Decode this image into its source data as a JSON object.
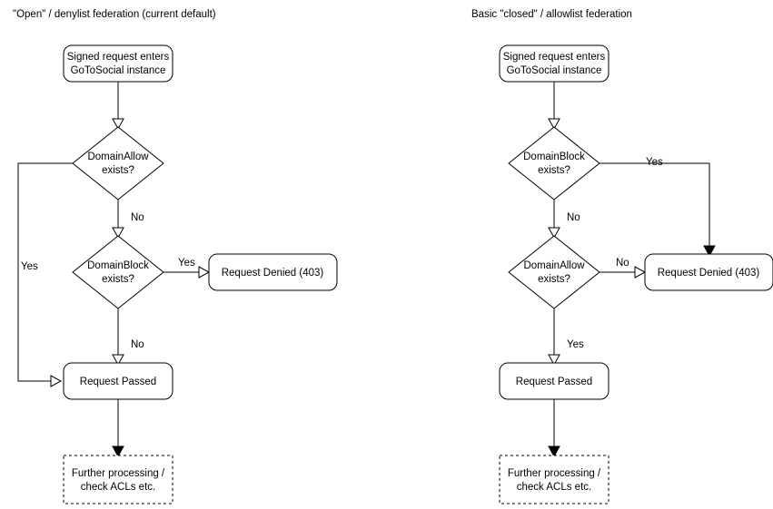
{
  "diagram": {
    "title_left": "\"Open\" / denylist federation (current default)",
    "title_right": "Basic \"closed\" / allowlist federation",
    "nodes": {
      "start": "Signed request enters",
      "start_line2": "GoToSocial instance",
      "domain_allow": "DomainAllow",
      "domain_block": "DomainBlock",
      "exists": "exists?",
      "denied": "Request Denied (403)",
      "passed": "Request Passed",
      "further_line1": "Further processing /",
      "further_line2": "check ACLs etc."
    },
    "labels": {
      "yes": "Yes",
      "no": "No"
    },
    "left_flow": {
      "title": "\"Open\" / denylist federation (current default)",
      "start": "Signed request enters GoToSocial instance",
      "decision_1": "DomainAllow exists?",
      "decision_1_yes": "Yes",
      "decision_1_no": "No",
      "decision_2": "DomainBlock exists?",
      "decision_2_yes": "Yes",
      "decision_2_no": "No",
      "terminal_denied": "Request Denied (403)",
      "terminal_passed": "Request Passed",
      "terminal_further": "Further processing / check ACLs etc."
    },
    "right_flow": {
      "title": "Basic \"closed\" / allowlist federation",
      "start": "Signed request enters GoToSocial instance",
      "decision_1": "DomainBlock exists?",
      "decision_1_yes": "Yes",
      "decision_1_no": "No",
      "decision_2": "DomainAllow exists?",
      "decision_2_no": "No",
      "decision_2_yes": "Yes",
      "terminal_denied": "Request Denied (403)",
      "terminal_passed": "Request Passed",
      "terminal_further": "Further processing / check ACLs etc."
    },
    "colors": {
      "stroke": "#000000",
      "fill": "#ffffff",
      "text": "#000000",
      "background": "#ffffff"
    }
  }
}
